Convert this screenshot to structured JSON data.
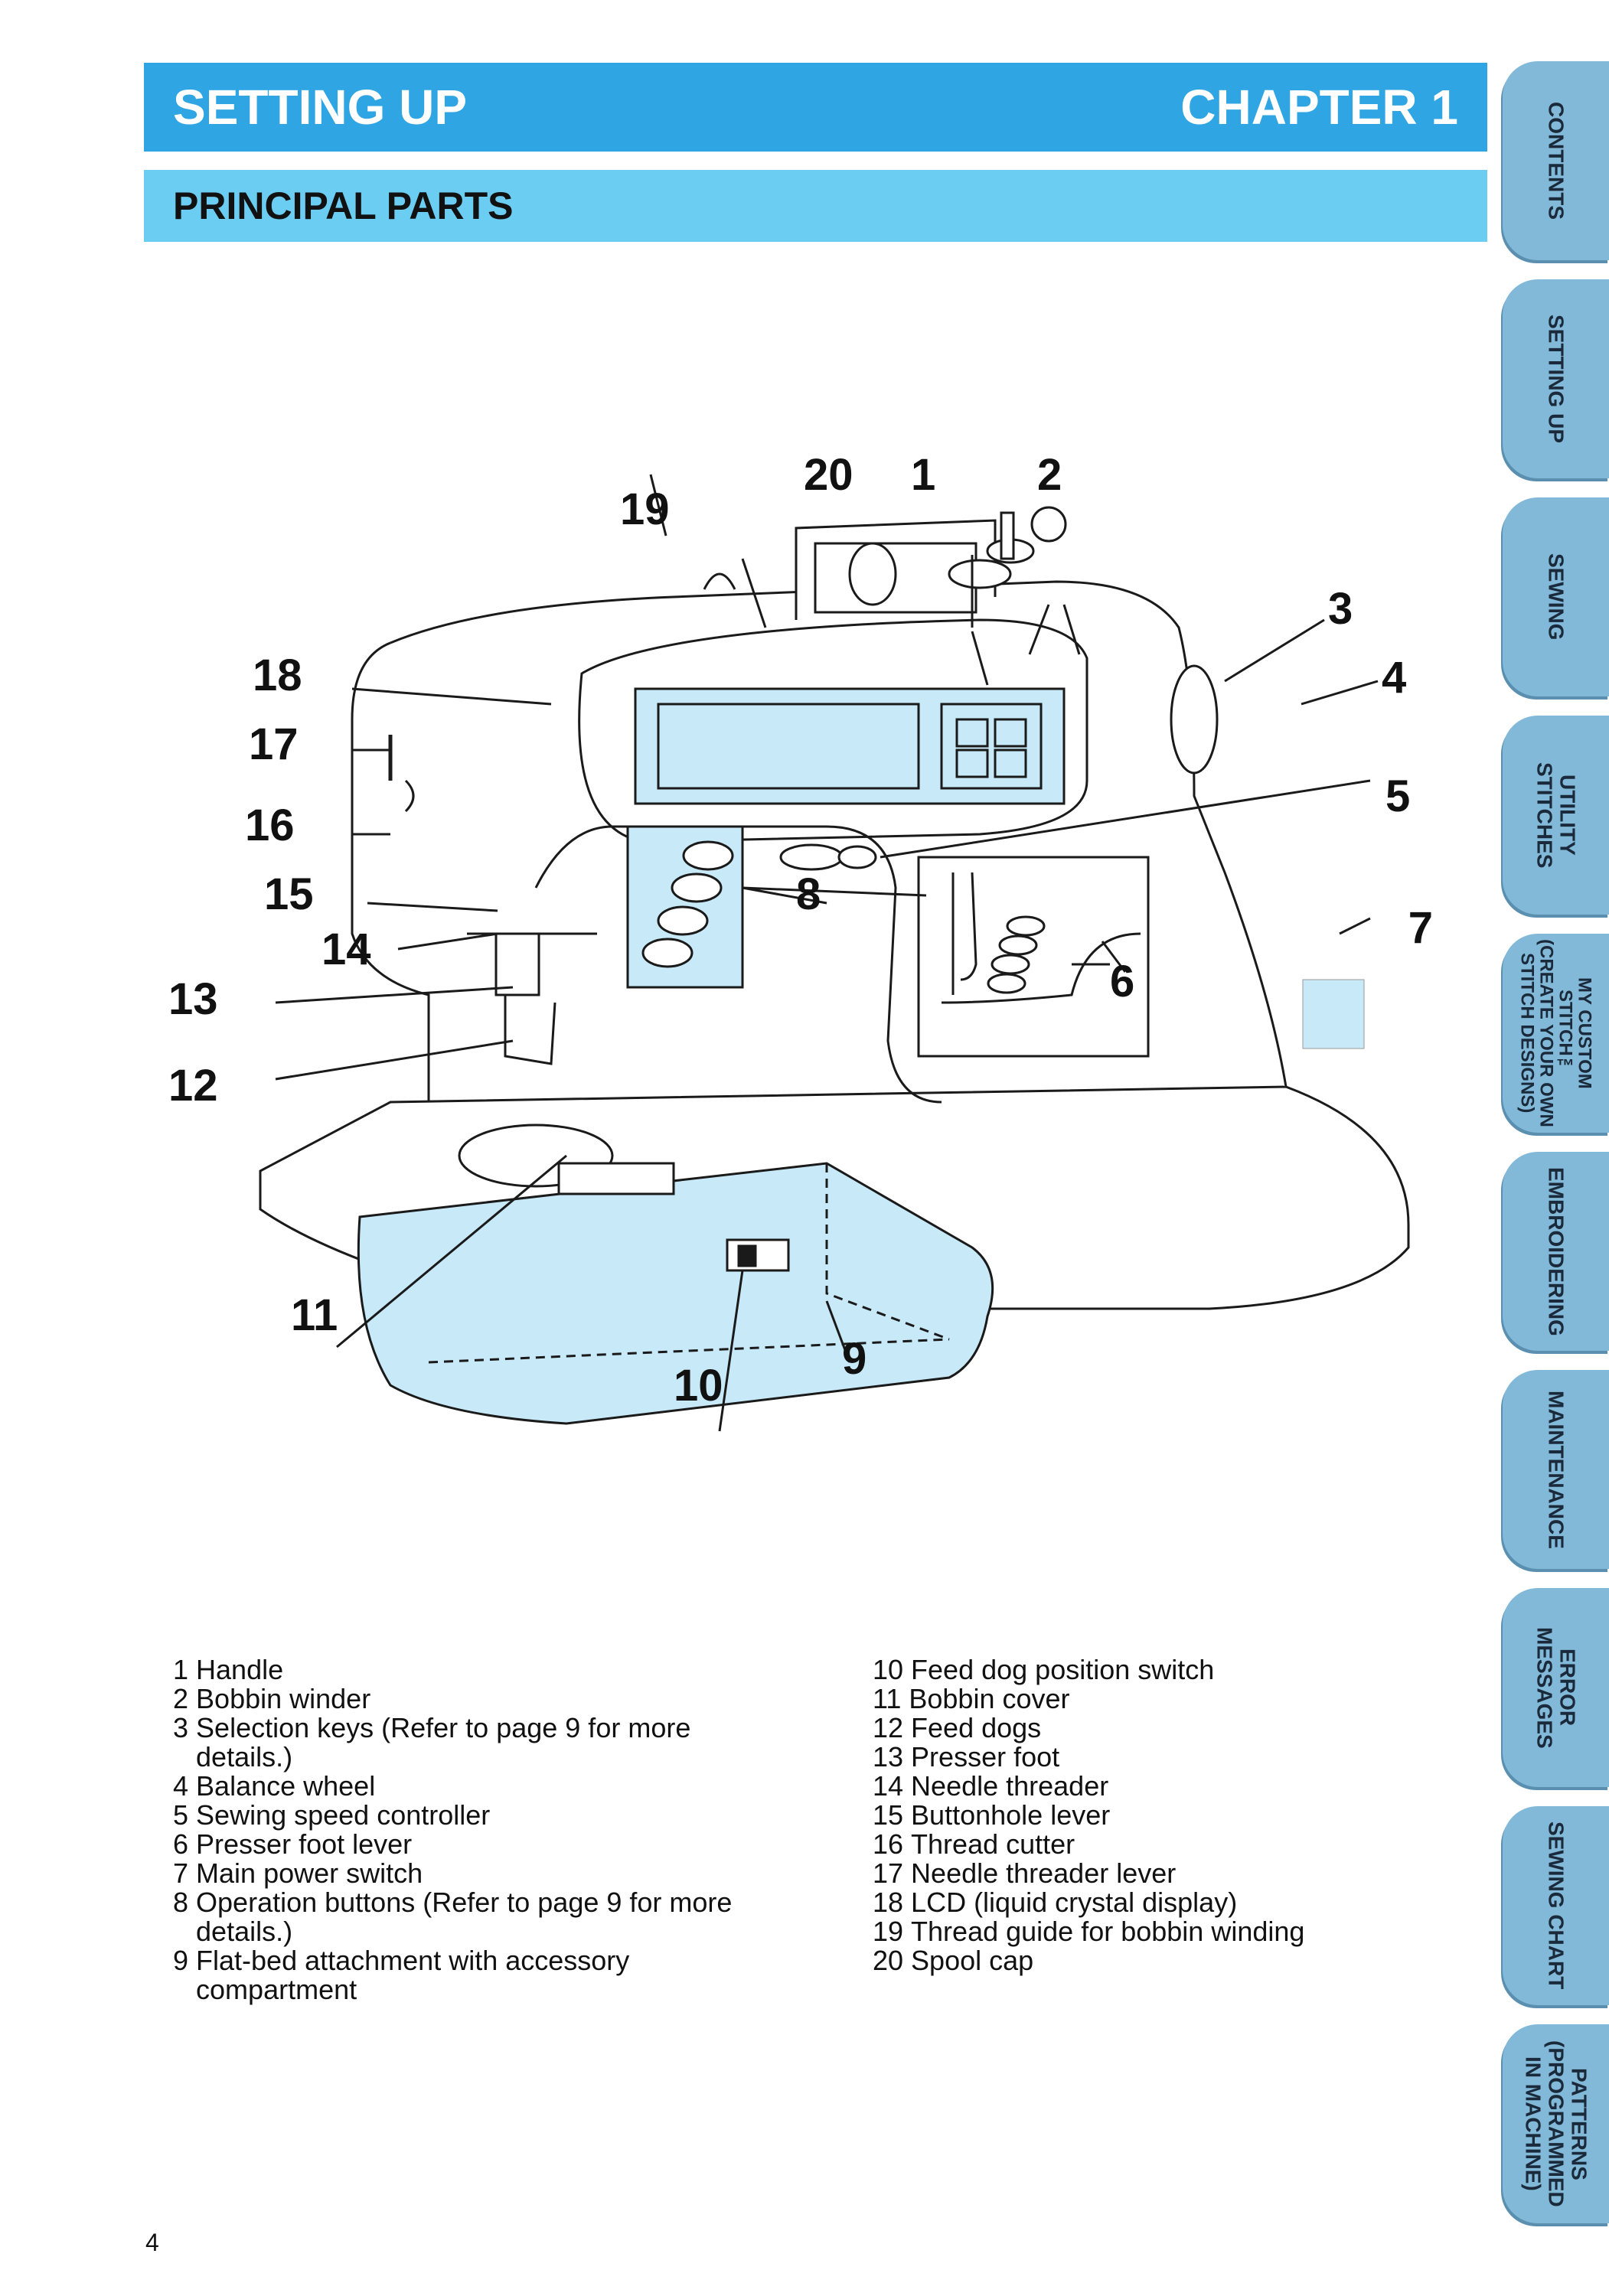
{
  "header": {
    "title": "SETTING UP",
    "chapter": "CHAPTER 1"
  },
  "section": {
    "title": "PRINCIPAL PARTS"
  },
  "callouts": [
    "1",
    "2",
    "3",
    "4",
    "5",
    "6",
    "7",
    "8",
    "9",
    "10",
    "11",
    "12",
    "13",
    "14",
    "15",
    "16",
    "17",
    "18",
    "19",
    "20"
  ],
  "legend_left": [
    {
      "num": "1 ",
      "text": "Handle"
    },
    {
      "num": "2 ",
      "text": "Bobbin winder"
    },
    {
      "num": "3 ",
      "text": "Selection keys (Refer to page 9 for more details.)"
    },
    {
      "num": "4 ",
      "text": "Balance wheel"
    },
    {
      "num": "5 ",
      "text": "Sewing speed controller"
    },
    {
      "num": "6 ",
      "text": "Presser foot lever"
    },
    {
      "num": "7 ",
      "text": "Main power switch"
    },
    {
      "num": "8 ",
      "text": "Operation buttons (Refer to page 9 for more details.)"
    },
    {
      "num": "9 ",
      "text": "Flat-bed attachment with accessory compartment"
    }
  ],
  "legend_right": [
    {
      "num": "10 ",
      "text": "Feed dog position switch"
    },
    {
      "num": "11 ",
      "text": "Bobbin cover"
    },
    {
      "num": "12 ",
      "text": "Feed dogs"
    },
    {
      "num": "13 ",
      "text": "Presser foot"
    },
    {
      "num": "14 ",
      "text": "Needle threader"
    },
    {
      "num": "15 ",
      "text": "Buttonhole lever"
    },
    {
      "num": "16 ",
      "text": "Thread cutter"
    },
    {
      "num": "17 ",
      "text": "Needle threader lever"
    },
    {
      "num": "18 ",
      "text": "LCD (liquid crystal display)"
    },
    {
      "num": "19 ",
      "text": "Thread guide for bobbin winding"
    },
    {
      "num": "20 ",
      "text": "Spool cap"
    }
  ],
  "page_number": "4",
  "side_tabs": [
    "CONTENTS",
    "SETTING UP",
    "SEWING",
    "UTILITY\nSTITCHES",
    "MY CUSTOM\nSTITCH™\n(CREATE YOUR OWN\nSTITCH DESIGNS)",
    "EMBROIDERING",
    "MAINTENANCE",
    "ERROR\nMESSAGES",
    "SEWING CHART",
    "PATTERNS\n(PROGRAMMED\nIN MACHINE)"
  ],
  "colors": {
    "header": "#2fa6e3",
    "section": "#6ccdf3",
    "tab": "#82b8d8",
    "highlight": "#c8e9f8"
  }
}
